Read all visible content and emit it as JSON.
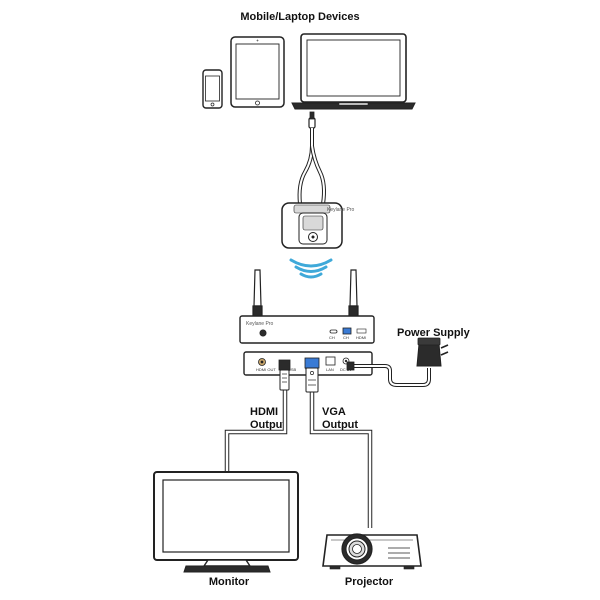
{
  "labels": {
    "devices": "Mobile/Laptop Devices",
    "power_supply": "Power Supply",
    "hdmi_output_line1": "HDMI",
    "hdmi_output_line2": "Output",
    "vga_output_line1": "VGA",
    "vga_output_line2": "Output",
    "monitor": "Monitor",
    "projector": "Projector"
  },
  "device_text": {
    "brand": "Keylane Pro",
    "port_usb_c": "CH",
    "port_usb": "CH",
    "port_hdmi": "HDMI",
    "port_rear_1": "HDMI OUT",
    "port_rear_2": "USB",
    "port_rear_3": "VGA",
    "port_rear_4": "LAN",
    "port_rear_5": "DC 5V"
  },
  "colors": {
    "line": "#222222",
    "cable_fill": "#ffffff",
    "wifi": "#3fa9d9",
    "device_fill": "#ffffff",
    "dark_fill": "#2b2b2b",
    "light_gray": "#d9d9d9"
  }
}
